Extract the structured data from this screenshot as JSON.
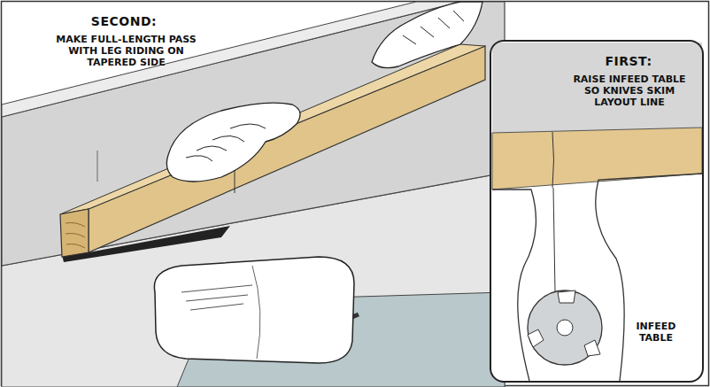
{
  "diagram": {
    "nodes": [
      {
        "text": [
          "FIRST:",
          "RAISE INFEED TABLE SO KNIVES SKIM LAYOUT LINE"
        ]
      }
    ],
    "labels": [
      "SECOND:",
      "MAKE FULL-LENGTH PASS WITH LEG RIDING ON TAPERED SIDE",
      "INFEED TABLE"
    ]
  }
}
